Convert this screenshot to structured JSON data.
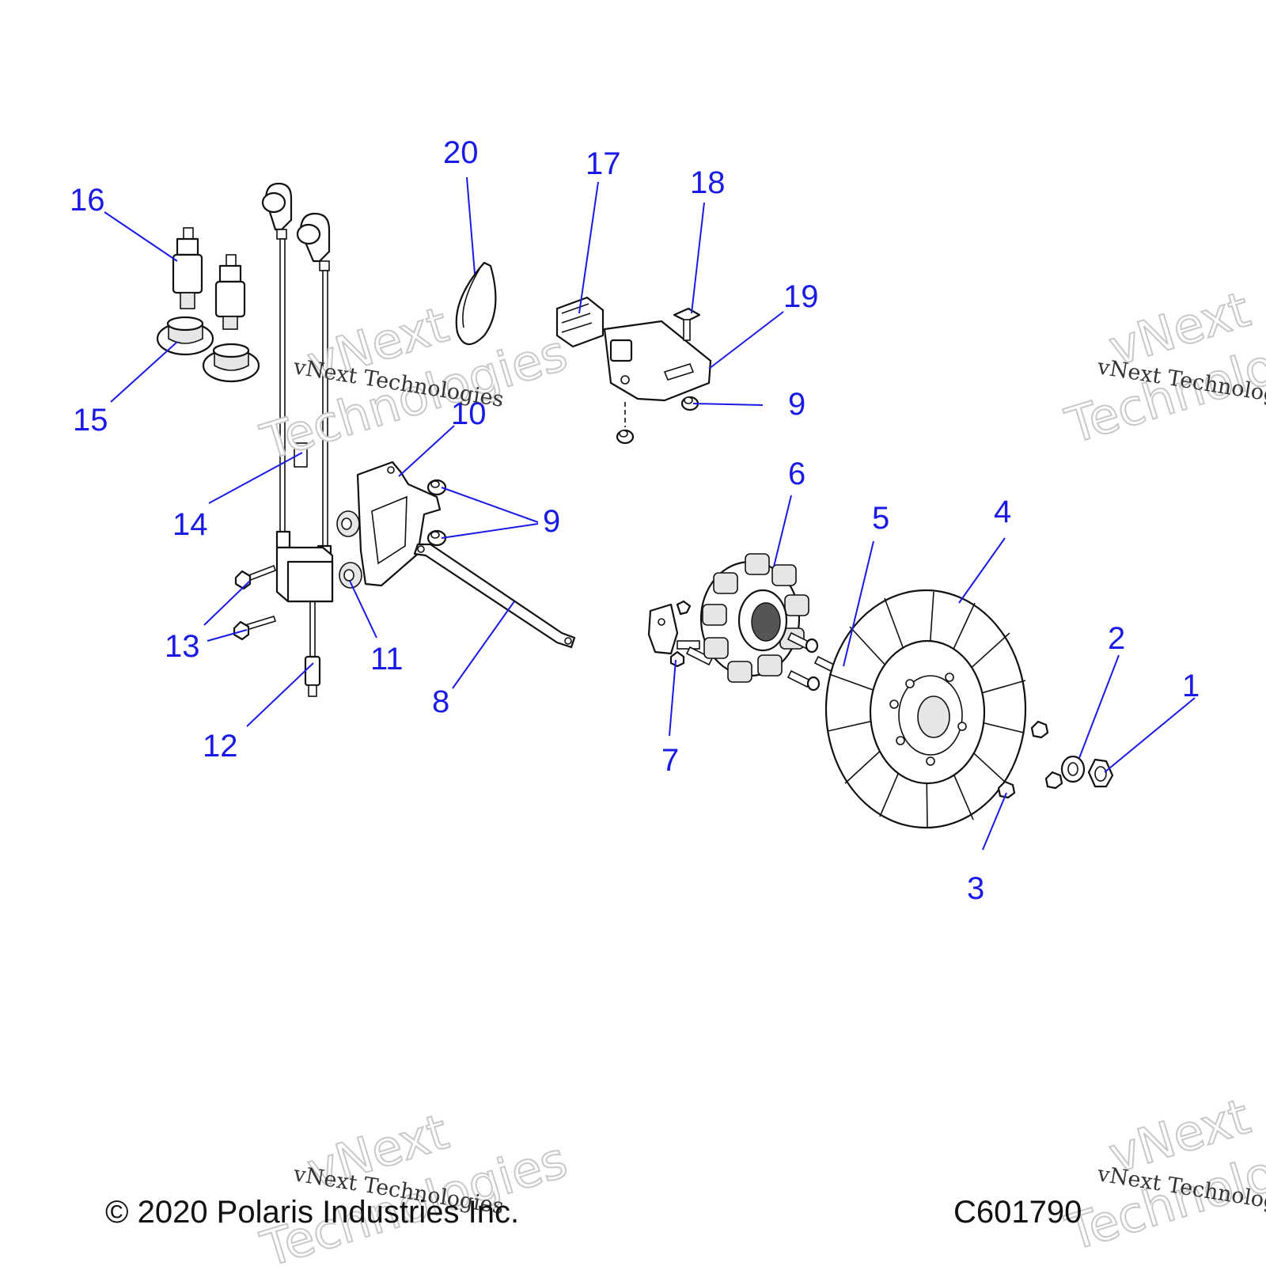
{
  "callouts": [
    "1",
    "2",
    "3",
    "4",
    "5",
    "6",
    "7",
    "8",
    "9",
    "9",
    "9",
    "10",
    "11",
    "12",
    "13",
    "13",
    "14",
    "15",
    "16",
    "17",
    "18",
    "19",
    "20"
  ],
  "watermark": {
    "line1": "vNext",
    "line2": "Technologies",
    "caption": "vNext Technologies"
  },
  "footer": {
    "copyright": "© 2020 Polaris Industries Inc.",
    "drawing_id": "C601790"
  },
  "colors": {
    "callout": "#1a1ae6",
    "linework": "#111111",
    "background": "#ffffff"
  }
}
